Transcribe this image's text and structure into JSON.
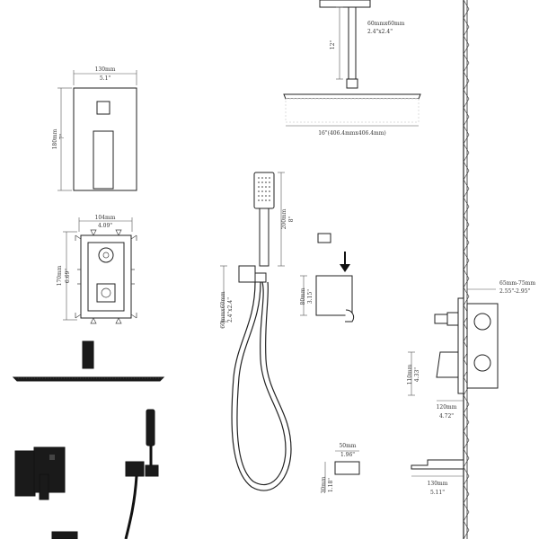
{
  "colors": {
    "line": "#222222",
    "fixture_black": "#1a1a1a",
    "background": "#ffffff"
  },
  "trim_plate": {
    "width_mm": "130mm",
    "width_in": "5.1\"",
    "height_mm": "180mm",
    "height_in": "7\""
  },
  "valve_box": {
    "width_mm": "104mm",
    "width_in": "4.09\"",
    "height_mm": "170mm",
    "height_in": "6.69\""
  },
  "shower_arm": {
    "size_mm": "60mmx60mm",
    "size_in": "2.4\"x2.4\"",
    "length_in": "12\""
  },
  "rain_head": {
    "size": "16\"(406.4mmx406.4mm)"
  },
  "hand_shower": {
    "length_mm": "200mm",
    "length_in": "8\"",
    "hose_size_mm": "60mmx60mm",
    "hose_size_in": "2.4\"x2.4\""
  },
  "holder": {
    "height_mm": "80mm",
    "height_in": "3.15\""
  },
  "wall_section": {
    "depth_mm": "65mm-75mm",
    "depth_in": "2.55\"-2.95\"",
    "handle_height_mm": "110mm",
    "handle_height_in": "4.33\"",
    "handle_reach_mm": "120mm",
    "handle_reach_in": "4.72\""
  },
  "spout": {
    "width_mm": "50mm",
    "width_in": "1.96\"",
    "height_mm": "30mm",
    "height_in": "1.18\"",
    "length_mm": "130mm",
    "length_in": "5.11\""
  }
}
